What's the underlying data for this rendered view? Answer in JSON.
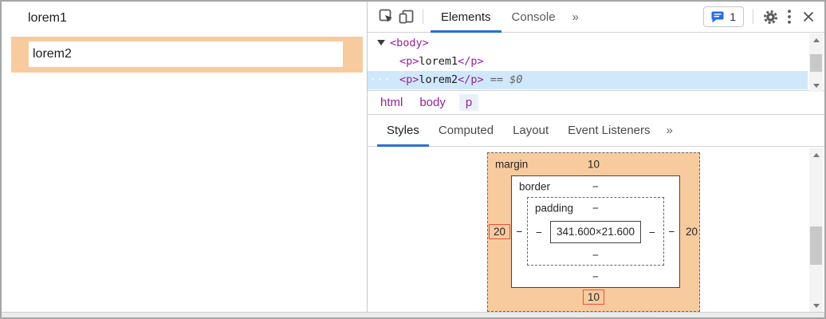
{
  "colors": {
    "accent_blue": "#2a6fd1",
    "margin_overlay_orange": "#f8cb9e",
    "selected_row_blue": "#cfe8fb",
    "tag_purple": "#96209b",
    "value_highlight_border": "#e8543a"
  },
  "page": {
    "paragraph1": "lorem1",
    "paragraph2": "lorem2"
  },
  "devtools": {
    "toolbar": {
      "tab_elements": "Elements",
      "tab_console": "Console",
      "more_tabs": "»",
      "issues_count": "1"
    },
    "dom_tree": {
      "body_open_tag": "<body>",
      "p1_open": "<p>",
      "p1_text": "lorem1",
      "p1_close": "</p>",
      "p2_open": "<p>",
      "p2_text": "lorem2",
      "p2_close": "</p>",
      "selected_hint": "== $0",
      "overflow_dots": "···"
    },
    "breadcrumb": {
      "items": [
        "html",
        "body",
        "p"
      ]
    },
    "styles_tabs": {
      "items": [
        "Styles",
        "Computed",
        "Layout",
        "Event Listeners"
      ],
      "more": "»",
      "active": "Styles"
    },
    "box_model": {
      "margin_label": "margin",
      "border_label": "border",
      "padding_label": "padding",
      "margin_top": "10",
      "margin_right": "20",
      "margin_bottom": "10",
      "margin_left": "20",
      "border_top": "−",
      "border_right": "−",
      "border_bottom": "−",
      "border_left": "−",
      "padding_top": "−",
      "padding_right": "−",
      "padding_bottom": "−",
      "padding_left": "−",
      "content_size": "341.600×21.600"
    }
  }
}
